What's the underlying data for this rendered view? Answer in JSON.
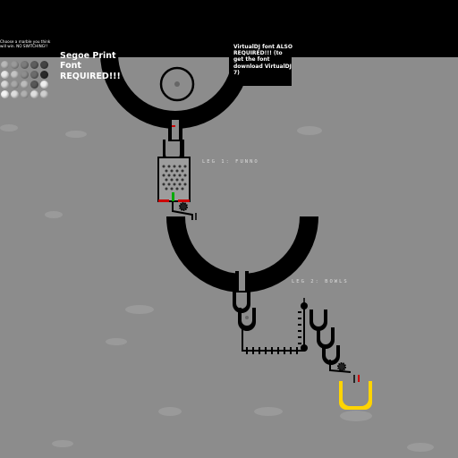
{
  "header": {
    "marble_prompt": "Choose a marble you think will win. NO SWITCHING!!",
    "font_note_primary": "Segoe Print Font REQUIRED!!!",
    "font_note_secondary": "VirtualDJ font ALSO REQUIRED!!! (to get the font download VirtualDJ 7)"
  },
  "legs": {
    "leg1": "LEG 1: FUNNO",
    "leg2": "LEG 2: BOWLS"
  },
  "marbles": [
    {
      "color": "#b9b9b9"
    },
    {
      "color": "#9a9a9a"
    },
    {
      "color": "#7c7c7c"
    },
    {
      "color": "#5e5e5e"
    },
    {
      "color": "#444444"
    },
    {
      "color": "#e8e8e8"
    },
    {
      "color": "#c4c4c4"
    },
    {
      "color": "#8e8e8e"
    },
    {
      "color": "#6c6c6c"
    },
    {
      "color": "#2a2a2a"
    },
    {
      "color": "#d8d8d8"
    },
    {
      "color": "#a8a8a8"
    },
    {
      "color": "#bcbcbc"
    },
    {
      "color": "#585858"
    },
    {
      "color": "#f0f0f0"
    },
    {
      "color": "#f4f4f4"
    },
    {
      "color": "#dddddd"
    },
    {
      "color": "#b0b0b0"
    },
    {
      "color": "#e0e0e0"
    },
    {
      "color": "#cfcfcf"
    }
  ],
  "colors": {
    "background": "#8c8c8c",
    "track": "#000000",
    "finish_cup": "#ffd400",
    "gate_red": "#cc0000",
    "gate_green": "#00aa00"
  }
}
